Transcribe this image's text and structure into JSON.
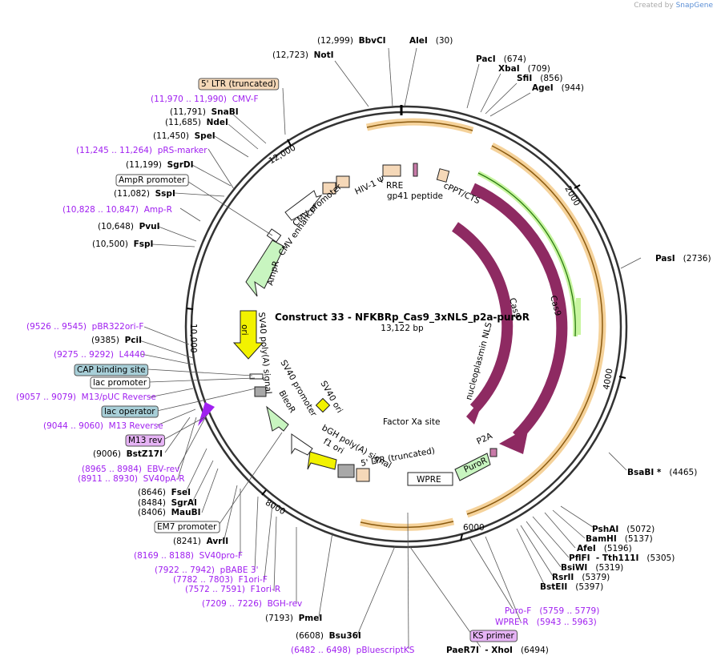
{
  "credit": {
    "prefix": "Created by",
    "brand": "SnapGene"
  },
  "title": "Construct 33 - NFKBRp_Cas9_3xNLS_p2a-puroR",
  "length_label": "13,122 bp",
  "ruler": [
    "2000",
    "4000",
    "6000",
    "8000",
    "10,000",
    "12,000"
  ],
  "colors": {
    "primer": "#a020f0",
    "cas9": "#8e2a62",
    "ori": "#f2f200",
    "resistance": "#c8f5c0",
    "ltr_tan": "#f5d8b8"
  },
  "labels": [
    {
      "id": "bbvci",
      "parts": [
        [
          "pos",
          "(12,999)  "
        ],
        [
          "enz",
          "BbvCI"
        ]
      ]
    },
    {
      "id": "alei",
      "parts": [
        [
          "enz",
          "AleI"
        ],
        [
          "pos",
          "   (30)"
        ]
      ]
    },
    {
      "id": "noti",
      "parts": [
        [
          "pos",
          "(12,723)  "
        ],
        [
          "enz",
          "NotI"
        ]
      ]
    },
    {
      "id": "paci",
      "parts": [
        [
          "enz",
          "PacI"
        ],
        [
          "pos",
          "   (674)"
        ]
      ]
    },
    {
      "id": "xbai",
      "parts": [
        [
          "enz",
          "XbaI"
        ],
        [
          "pos",
          "   (709)"
        ]
      ]
    },
    {
      "id": "sfii",
      "parts": [
        [
          "enz",
          "SfiI"
        ],
        [
          "pos",
          "   (856)"
        ]
      ]
    },
    {
      "id": "agei",
      "parts": [
        [
          "enz",
          "AgeI"
        ],
        [
          "pos",
          "   (944)"
        ]
      ]
    },
    {
      "id": "ltr5",
      "parts": [
        [
          "box",
          "5' LTR (truncated)"
        ]
      ]
    },
    {
      "id": "cmvf",
      "parts": [
        [
          "prim",
          "(11,970 .. 11,990)  CMV-F"
        ]
      ]
    },
    {
      "id": "snabi",
      "parts": [
        [
          "pos",
          "(11,791)  "
        ],
        [
          "enz",
          "SnaBI"
        ]
      ]
    },
    {
      "id": "ndei",
      "parts": [
        [
          "pos",
          "(11,685)  "
        ],
        [
          "enz",
          "NdeI"
        ]
      ]
    },
    {
      "id": "spei",
      "parts": [
        [
          "pos",
          "(11,450)  "
        ],
        [
          "enz",
          "SpeI"
        ]
      ]
    },
    {
      "id": "prs",
      "parts": [
        [
          "prim",
          "(11,245 .. 11,264)  pRS-marker"
        ]
      ]
    },
    {
      "id": "sgrdi",
      "parts": [
        [
          "pos",
          "(11,199)  "
        ],
        [
          "enz",
          "SgrDI"
        ]
      ]
    },
    {
      "id": "ampprom",
      "parts": [
        [
          "box",
          "AmpR promoter"
        ]
      ]
    },
    {
      "id": "sspi",
      "parts": [
        [
          "pos",
          "(11,082)  "
        ],
        [
          "enz",
          "SspI"
        ]
      ]
    },
    {
      "id": "ampr",
      "parts": [
        [
          "prim",
          "(10,828 .. 10,847)  Amp-R"
        ]
      ]
    },
    {
      "id": "pvui",
      "parts": [
        [
          "pos",
          "(10,648)  "
        ],
        [
          "enz",
          "PvuI"
        ]
      ]
    },
    {
      "id": "fspi",
      "parts": [
        [
          "pos",
          "(10,500)  "
        ],
        [
          "enz",
          "FspI"
        ]
      ]
    },
    {
      "id": "pasi",
      "parts": [
        [
          "enz",
          "PasI"
        ],
        [
          "pos",
          "   (2736)"
        ]
      ]
    },
    {
      "id": "pbr322",
      "parts": [
        [
          "prim",
          "(9526 .. 9545)  pBR322ori-F"
        ]
      ]
    },
    {
      "id": "pcii",
      "parts": [
        [
          "pos",
          "(9385)  "
        ],
        [
          "enz",
          "PciI"
        ]
      ]
    },
    {
      "id": "l4440",
      "parts": [
        [
          "prim",
          "(9275 .. 9292)  L4440"
        ]
      ]
    },
    {
      "id": "cap",
      "parts": [
        [
          "boxblue",
          "CAP binding site"
        ]
      ]
    },
    {
      "id": "lacprom",
      "parts": [
        [
          "box",
          "lac promoter"
        ]
      ]
    },
    {
      "id": "m13puc",
      "parts": [
        [
          "prim",
          "(9057 .. 9079)  M13/pUC Reverse"
        ]
      ]
    },
    {
      "id": "lacop",
      "parts": [
        [
          "boxblue",
          "lac operator"
        ]
      ]
    },
    {
      "id": "m13rev",
      "parts": [
        [
          "prim",
          "(9044 .. 9060)  M13 Reverse"
        ]
      ]
    },
    {
      "id": "m13revbox",
      "parts": [
        [
          "boxpurple",
          "M13 rev"
        ]
      ]
    },
    {
      "id": "bstz",
      "parts": [
        [
          "pos",
          "(9006)  "
        ],
        [
          "enz",
          "BstZ17I"
        ]
      ]
    },
    {
      "id": "ebv",
      "parts": [
        [
          "prim",
          "(8965 .. 8984)  EBV-rev"
        ]
      ]
    },
    {
      "id": "sv40pa",
      "parts": [
        [
          "prim",
          "(8911 .. 8930)  SV40pA-R"
        ]
      ]
    },
    {
      "id": "bsabi",
      "parts": [
        [
          "enz",
          "BsaBI *"
        ],
        [
          "pos",
          "   (4465)"
        ]
      ]
    },
    {
      "id": "fsei",
      "parts": [
        [
          "pos",
          "(8646)  "
        ],
        [
          "enz",
          "FseI"
        ]
      ]
    },
    {
      "id": "sgrai",
      "parts": [
        [
          "pos",
          "(8484)  "
        ],
        [
          "enz",
          "SgrAI"
        ]
      ]
    },
    {
      "id": "maubi",
      "parts": [
        [
          "pos",
          "(8406)  "
        ],
        [
          "enz",
          "MauBI"
        ]
      ]
    },
    {
      "id": "em7",
      "parts": [
        [
          "box",
          "EM7 promoter"
        ]
      ]
    },
    {
      "id": "avrii",
      "parts": [
        [
          "pos",
          "(8241)  "
        ],
        [
          "enz",
          "AvrII"
        ]
      ]
    },
    {
      "id": "sv40pro",
      "parts": [
        [
          "prim",
          "(8169 .. 8188)  SV40pro-F"
        ]
      ]
    },
    {
      "id": "pbabe",
      "parts": [
        [
          "prim",
          "(7922 .. 7942)  pBABE 3'"
        ]
      ]
    },
    {
      "id": "f1orif",
      "parts": [
        [
          "prim",
          "(7782 .. 7803)  F1ori-F"
        ]
      ]
    },
    {
      "id": "f1orir",
      "parts": [
        [
          "prim",
          "(7572 .. 7591)  F1ori-R"
        ]
      ]
    },
    {
      "id": "bghrev",
      "parts": [
        [
          "prim",
          "(7209 .. 7226)  BGH-rev"
        ]
      ]
    },
    {
      "id": "pmei",
      "parts": [
        [
          "pos",
          "(7193)  "
        ],
        [
          "enz",
          "PmeI"
        ]
      ]
    },
    {
      "id": "bsu36i",
      "parts": [
        [
          "pos",
          "(6608)  "
        ],
        [
          "enz",
          "Bsu36I"
        ]
      ]
    },
    {
      "id": "pbks",
      "parts": [
        [
          "prim",
          "(6482 .. 6498)  pBluescriptKS"
        ]
      ]
    },
    {
      "id": "ksbox",
      "parts": [
        [
          "boxpurple",
          "KS primer"
        ]
      ]
    },
    {
      "id": "paer",
      "parts": [
        [
          "enz",
          "PaeR7I  - XhoI"
        ],
        [
          "pos",
          "   (6494)"
        ]
      ]
    },
    {
      "id": "pshai",
      "parts": [
        [
          "enz",
          "PshAI"
        ],
        [
          "pos",
          "   (5072)"
        ]
      ]
    },
    {
      "id": "bamhi",
      "parts": [
        [
          "enz",
          "BamHI"
        ],
        [
          "pos",
          "   (5137)"
        ]
      ]
    },
    {
      "id": "afei",
      "parts": [
        [
          "enz",
          "AfeI"
        ],
        [
          "pos",
          "   (5196)"
        ]
      ]
    },
    {
      "id": "pflfi",
      "parts": [
        [
          "enz",
          "PflFI  - Tth111I"
        ],
        [
          "pos",
          "   (5305)"
        ]
      ]
    },
    {
      "id": "bsiwi",
      "parts": [
        [
          "enz",
          "BsiWI"
        ],
        [
          "pos",
          "   (5319)"
        ]
      ]
    },
    {
      "id": "rsrii",
      "parts": [
        [
          "enz",
          "RsrII"
        ],
        [
          "pos",
          "   (5379)"
        ]
      ]
    },
    {
      "id": "bsteii",
      "parts": [
        [
          "enz",
          "BstEII"
        ],
        [
          "pos",
          "   (5397)"
        ]
      ]
    },
    {
      "id": "purof",
      "parts": [
        [
          "prim",
          "Puro-F   (5759 .. 5779)"
        ]
      ]
    },
    {
      "id": "wprer",
      "parts": [
        [
          "prim",
          "WPRE-R   (5943 .. 5963)"
        ]
      ]
    }
  ],
  "inner_labels": {
    "hiv": "HIV-1 Ψ",
    "cmvprom": "CMV promoter",
    "cmvenh": "CMV enhancer",
    "ampr": "AmpR",
    "ori": "ori",
    "rre": "RRE",
    "gp41": "gp41 peptide",
    "cppt": "cPPT/CTS",
    "cas9a": "Cas9",
    "cas9b": "Cas9",
    "nls": "nucleoplasmin NLS",
    "sv40polya": "SV40 poly(A) signal",
    "sv40prom": "SV40 promoter",
    "sv40ori": "SV40 ori",
    "bleor": "BleoR",
    "bgh": "bGH poly(A) signal",
    "f1": "f1 ori",
    "ltr3": "5' LTR (truncated)",
    "factorxa": "Factor Xa site",
    "p2a": "P2A",
    "puror": "PuroR",
    "wpre": "WPRE"
  }
}
